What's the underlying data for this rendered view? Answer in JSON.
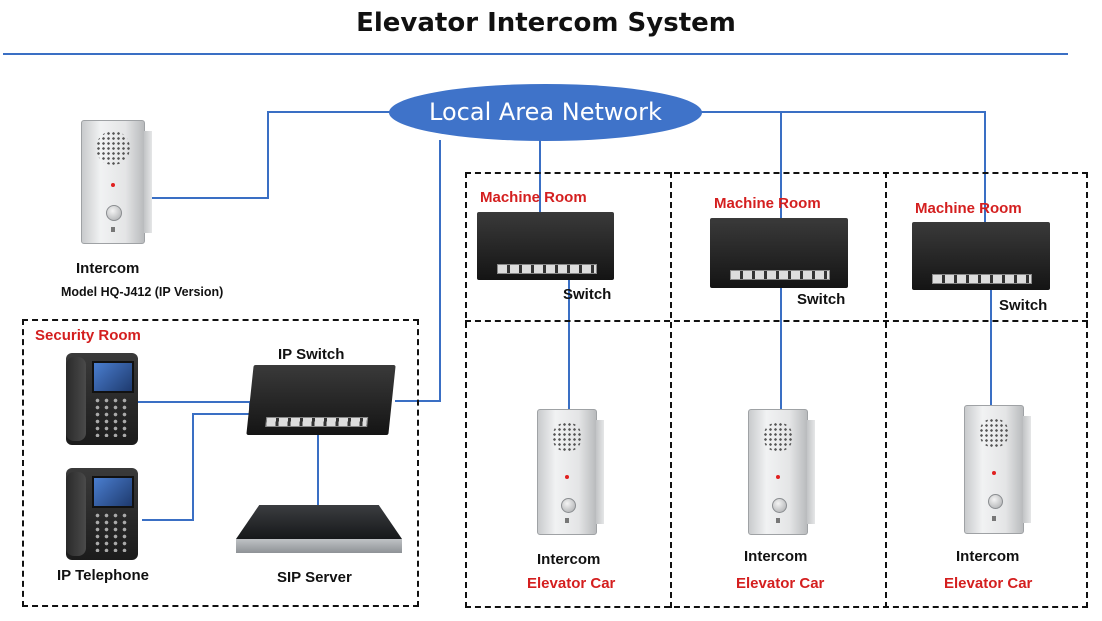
{
  "title": "Elevator Intercom System",
  "lan_label": "Local Area Network",
  "colors": {
    "line": "#3a6fc4",
    "cloud": "#3f73c9",
    "room_label": "#d41f1f"
  },
  "top_intercom": {
    "label": "Intercom",
    "model": "Model HQ-J412 (IP Version)"
  },
  "security": {
    "room": "Security Room",
    "switch_label": "IP Switch",
    "phone_label": "IP Telephone",
    "server_label": "SIP Server"
  },
  "shafts": [
    {
      "machine_room": "Machine Room",
      "switch": "Switch",
      "intercom": "Intercom",
      "car": "Elevator Car"
    },
    {
      "machine_room": "Machine Room",
      "switch": "Switch",
      "intercom": "Intercom",
      "car": "Elevator Car"
    },
    {
      "machine_room": "Machine Room",
      "switch": "Switch",
      "intercom": "Intercom",
      "car": "Elevator Car"
    }
  ],
  "icons": [
    "intercom-icon",
    "network-switch-icon",
    "ip-phone-icon",
    "server-icon",
    "lan-cloud-icon"
  ]
}
